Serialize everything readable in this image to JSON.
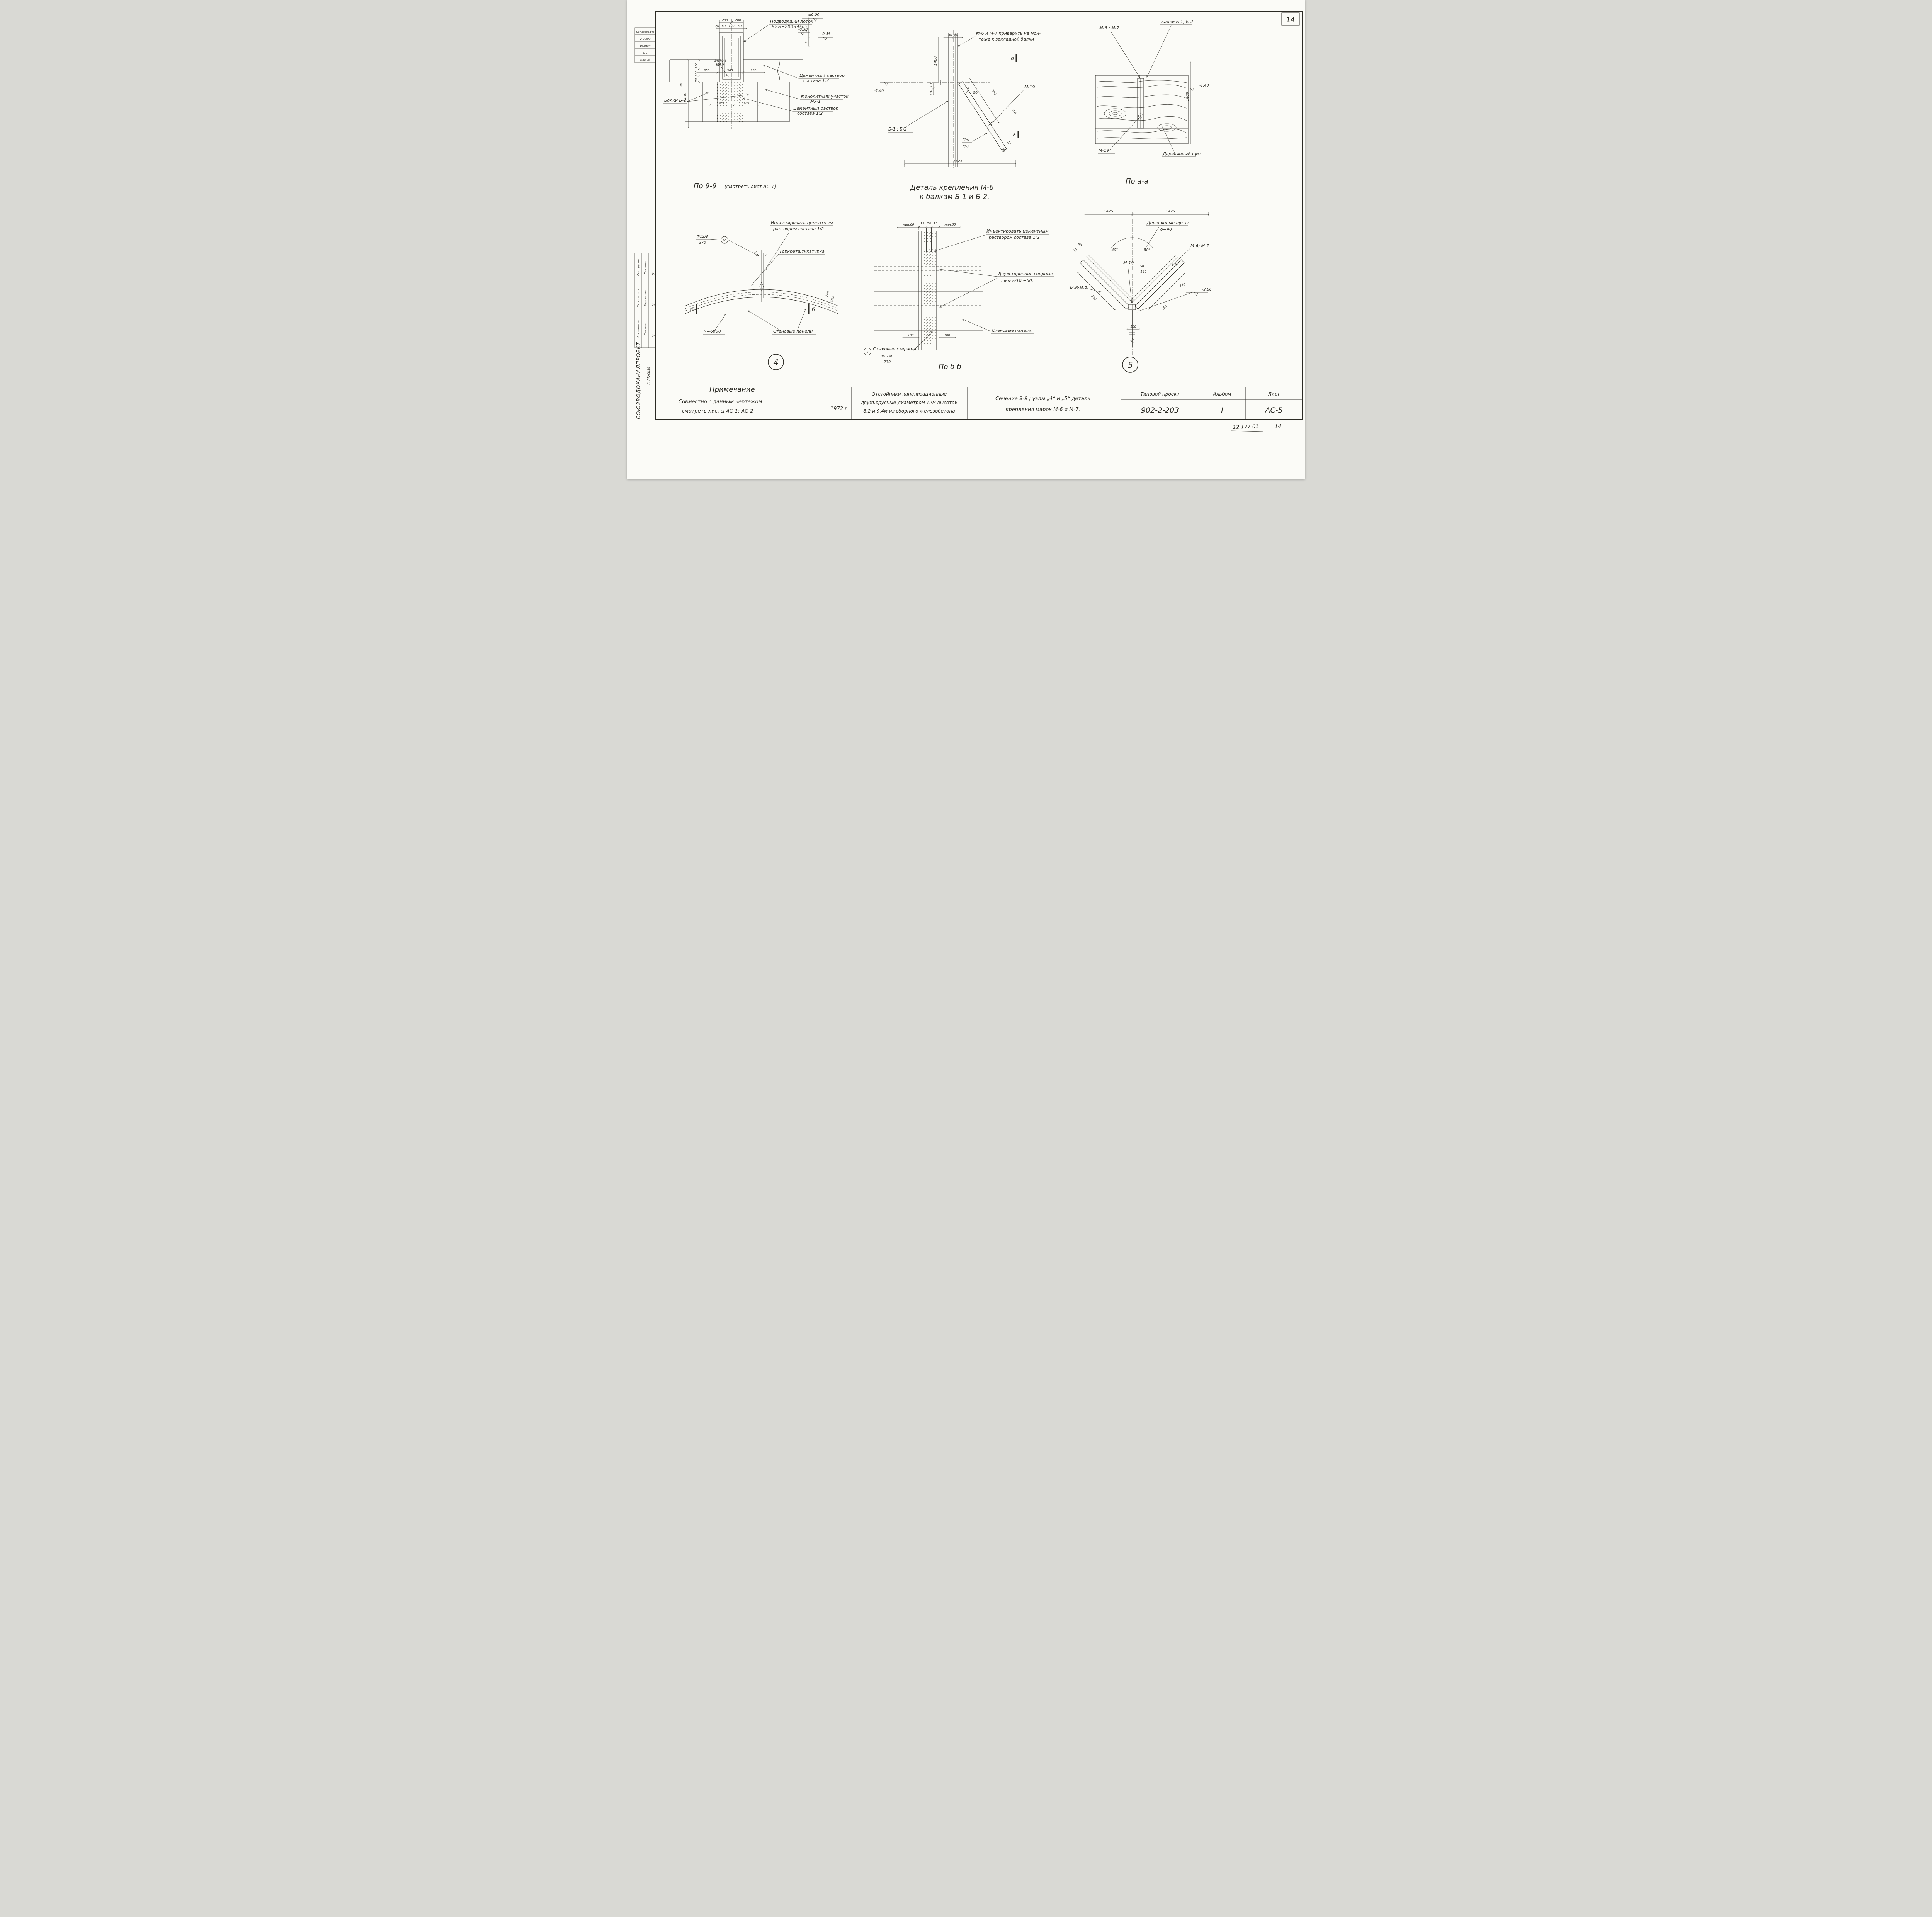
{
  "page": {
    "corner_no": "14",
    "bottom_ref_left": "12.177-01",
    "bottom_ref_right": "14"
  },
  "margin": {
    "org": "СОЮЗВОДОКАНАЛПРОЕКТ",
    "city": "г. Москва",
    "stamp_rows": [
      "Согласовано",
      "2-2-203",
      "Взамен",
      "С-Б",
      "Инв. №"
    ],
    "roles": [
      "Рук. группы",
      "Ст. инженер",
      "Исполнитель"
    ],
    "names": [
      "Головина",
      "Мироненко",
      "Пашкова"
    ]
  },
  "v1": {
    "title": "По 9-9",
    "note": "(смотреть лист АС-1)",
    "labels": {
      "lotok1": "Подводящий лоток",
      "lotok2": "В×Н=200×450",
      "beton1": "Бетон",
      "beton2": "М50",
      "balki": "Балки Б-2",
      "cem1a": "Цементный раствор",
      "cem1b": "состава 1:2",
      "mono1": "Монолитный участок",
      "mono2": "МУ-1",
      "cem2a": "Цементный раствор",
      "cem2b": "состава 1:2"
    },
    "dims": [
      "200",
      "200",
      "20",
      "60",
      "100",
      "60",
      "±0.00",
      "-0.30",
      "-0.45",
      "450",
      "80",
      "300",
      "300",
      "70",
      "1400",
      "350",
      "300",
      "350",
      "20",
      "325",
      "325"
    ]
  },
  "v2": {
    "title1": "Деталь крепления М-6",
    "title2": "к балкам Б-1 и Б-2.",
    "labels": {
      "weld1": "М-6 и М-7 приварить на мон-",
      "weld2": "таже к закладной балки",
      "b12": "Б-1 ; Б-2",
      "m6": "М-6",
      "m7": "М-7",
      "m19": "М-19",
      "mark": "а"
    },
    "dims": [
      "60",
      "60",
      "1400",
      "110",
      "120",
      "-1.40",
      "50°",
      "360",
      "300",
      "75",
      "15",
      "1425"
    ]
  },
  "v3": {
    "title": "По а-а",
    "labels": {
      "m67": "М-6 ; М-7",
      "balki": "Балки Б-1, Б-2",
      "m19": "М-19",
      "shield": "Деревянный щит."
    },
    "dims": [
      "1400",
      "-1.40"
    ]
  },
  "v4": {
    "labels": {
      "inj1": "Инъектировать цементным",
      "inj2": "раствором состава 1:2",
      "tork": "Торкретштукатурка",
      "panels": "Стеновые панели",
      "radius": "R=6000",
      "bar": "Ф12АI",
      "bar2": "370",
      "node": "4",
      "mark30": "30",
      "markb": "б"
    },
    "dims": [
      "62",
      "140",
      "(190)"
    ],
    "note_title": "Примечание",
    "note1": "Совместно с данным чертежом",
    "note2": "смотреть листы АС-1; АС-2"
  },
  "v5": {
    "title": "По б-б",
    "labels": {
      "inj1": "Инъектировать цементным",
      "inj2": "раствором состава 1:2",
      "seams1": "Двухсторонние сборные",
      "seams2": "швы в/10 −60.",
      "panels": "Стеновые панели.",
      "rods1": "Стыковые стержни",
      "rods2": "Ф12АI",
      "rods3": "230",
      "mark30": "30"
    },
    "dims": [
      "мин.60",
      "15",
      "76",
      "15",
      "мин.60",
      "100",
      "100"
    ]
  },
  "v6": {
    "labels": {
      "shields1": "Деревянные щиты",
      "shields2": "δ=40",
      "m67r": "М-6; М-7",
      "m19": "М-19",
      "m67l": "М-6;М-7",
      "node": "5"
    },
    "dims": [
      "1425",
      "1425",
      "40°",
      "40°",
      "75",
      "40",
      "150",
      "140",
      "75",
      "570",
      "-2.66",
      "360",
      "150",
      "360"
    ]
  },
  "tb": {
    "year": "1972 г.",
    "desc1": "Отстойники канализационные",
    "desc2": "двухъярусные диаметром 12м высотой",
    "desc3": "8.2 и 9.4м из сборного железобетона",
    "sheet1": "Сечение 9-9 ;  узлы „4“ и „5“  деталь",
    "sheet2": "крепления марок М-6 и М-7.",
    "tp_label": "Типовой проект",
    "tp_value": "902-2-203",
    "album_label": "Альбом",
    "album_value": "I",
    "list_label": "Лист",
    "list_value": "АС-5"
  }
}
